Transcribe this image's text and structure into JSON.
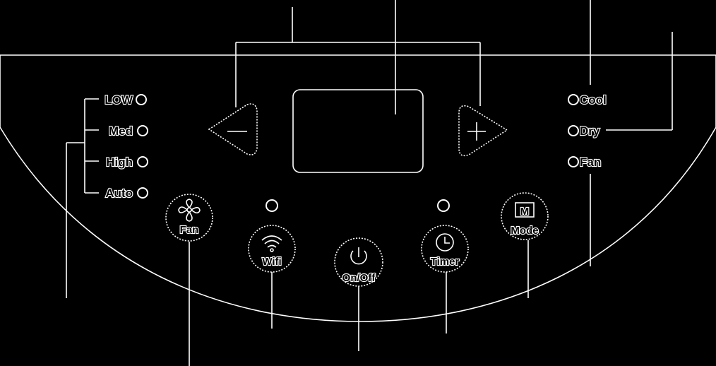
{
  "fan_speed_indicators": [
    "LOW",
    "Med",
    "High",
    "Auto"
  ],
  "mode_indicators": [
    "Cool",
    "Dry",
    "Fan"
  ],
  "buttons": {
    "fan": "Fan",
    "wifi": "Wifi",
    "power": "On/Off",
    "timer": "Timer",
    "mode": "Mode"
  },
  "mode_icon_glyph": "M",
  "colors": {
    "background": "#000000",
    "outline": "#ffffff"
  }
}
